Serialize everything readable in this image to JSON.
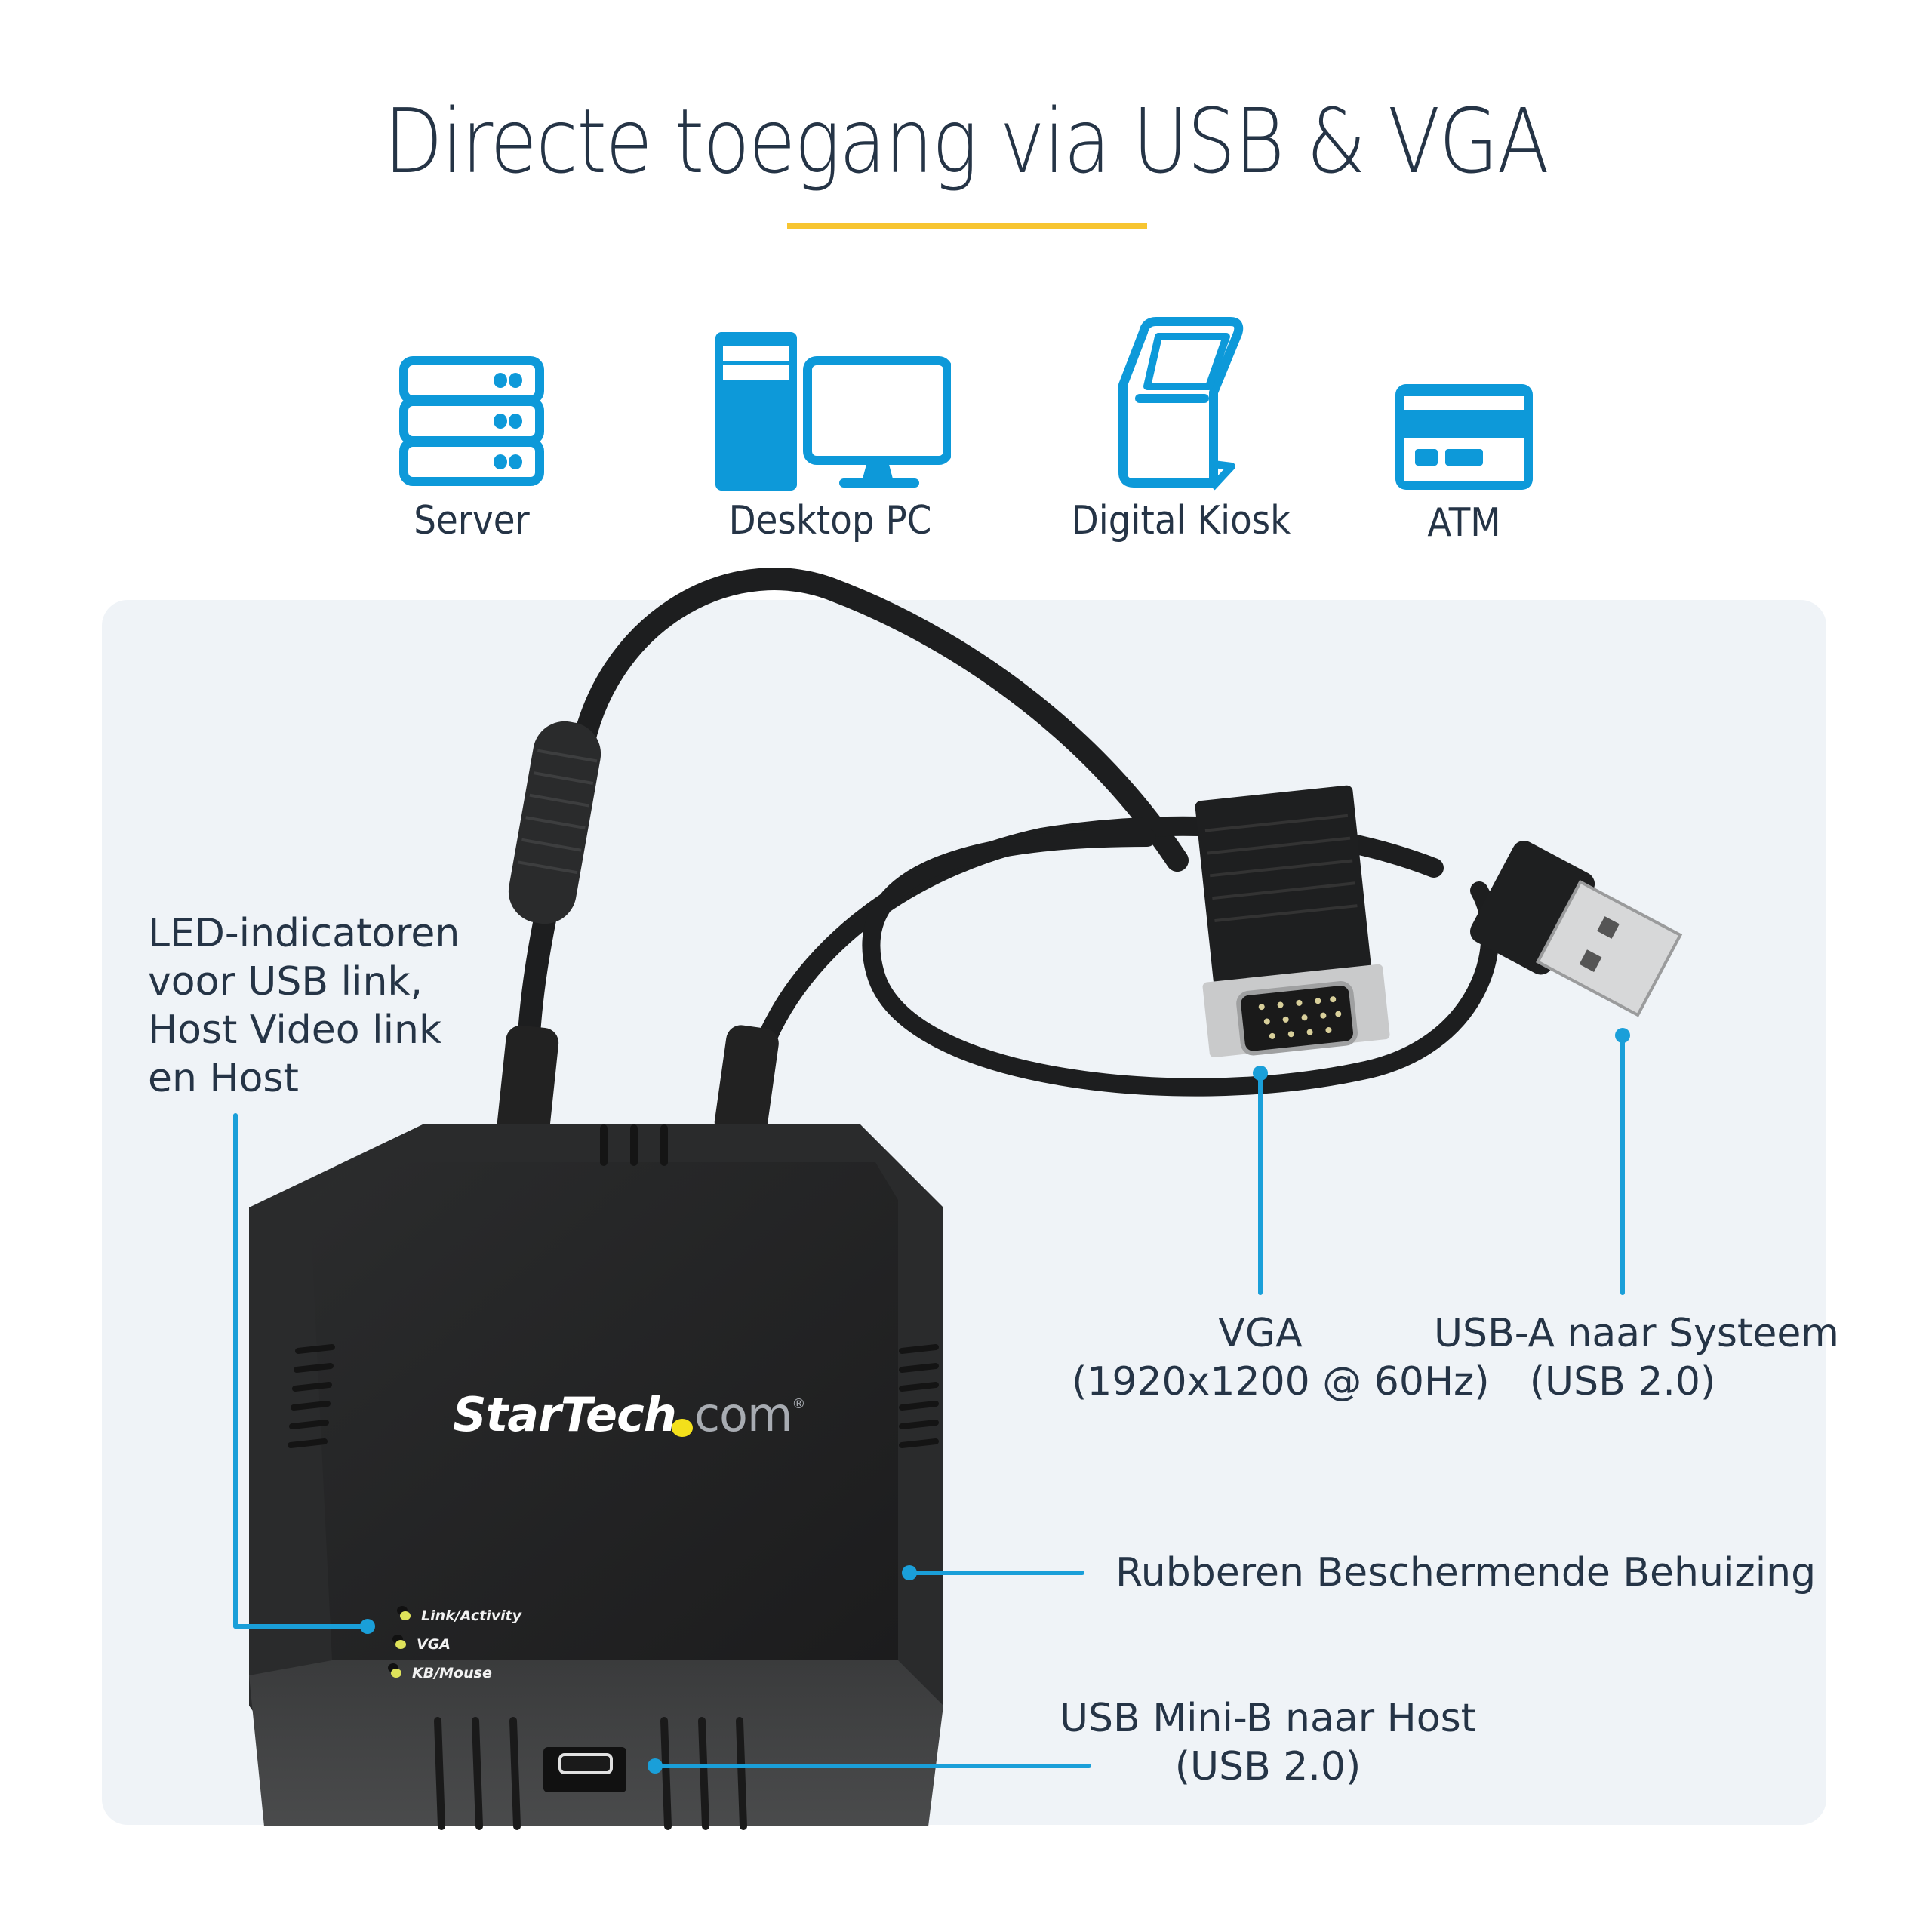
{
  "header": {
    "title": "Directe toegang via USB & VGA",
    "accent_rule_color": "#f7c531"
  },
  "use_cases": [
    {
      "label": "Server",
      "icon": "server-icon"
    },
    {
      "label": "Desktop PC",
      "icon": "desktop-pc-icon"
    },
    {
      "label": "Digital Kiosk",
      "icon": "digital-kiosk-icon"
    },
    {
      "label": "ATM",
      "icon": "atm-card-icon"
    }
  ],
  "colors": {
    "icon_blue": "#0d99d9",
    "callout_blue": "#1a9fd9",
    "text_dark": "#253446",
    "panel_bg": "#eff3f7",
    "led_yellow": "#dfe35a"
  },
  "product": {
    "brand": "StarTech",
    "brand_suffix": "com",
    "registered_mark": "®",
    "leds": [
      {
        "label": "Link/Activity"
      },
      {
        "label": "VGA"
      },
      {
        "label": "KB/Mouse"
      }
    ]
  },
  "callouts": {
    "leds": {
      "lines": [
        "LED-indicatoren",
        "voor USB link,",
        "Host Video link",
        "en Host"
      ]
    },
    "vga": {
      "lines": [
        "VGA",
        "(1920x1200 @ 60Hz)"
      ]
    },
    "usb_a": {
      "lines": [
        "USB-A naar Systeem",
        "(USB 2.0)"
      ]
    },
    "housing": {
      "lines": [
        "Rubberen Beschermende Behuizing"
      ]
    },
    "usb_mini_b": {
      "lines": [
        "USB Mini-B naar Host",
        "(USB 2.0)"
      ]
    }
  }
}
